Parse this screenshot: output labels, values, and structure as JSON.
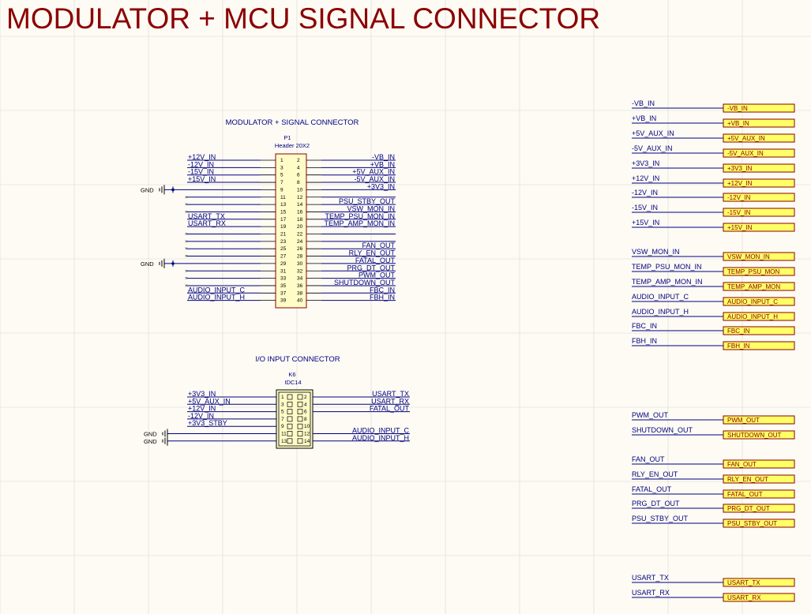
{
  "title": "MODULATOR + MCU SIGNAL CONNECTOR",
  "p1": {
    "heading": "MODULATOR + SIGNAL CONNECTOR",
    "designator": "P1",
    "comment": "Header 20X2",
    "left_nets": [
      "+12V_IN",
      "-12V_IN",
      "-15V_IN",
      "+15V_IN",
      "GND",
      "",
      "",
      "",
      "USART_TX",
      "USART_RX",
      "",
      "",
      "",
      "",
      "GND",
      "",
      "",
      "",
      "AUDIO_INPUT_C",
      "AUDIO_INPUT_H"
    ],
    "right_nets": [
      "-VB_IN",
      "+VB_IN",
      "+5V_AUX_IN",
      "-5V_AUX_IN",
      "+3V3_IN",
      "",
      "PSU_STBY_OUT",
      "VSW_MON_IN",
      "TEMP_PSU_MON_IN",
      "TEMP_AMP_MON_IN",
      "",
      "",
      "FAN_OUT",
      "RLY_EN_OUT",
      "FATAL_OUT",
      "PRG_DT_OUT",
      "PWM_OUT",
      "SHUTDOWN_OUT",
      "FBC_IN",
      "FBH_IN"
    ]
  },
  "k6": {
    "heading": "I/O INPUT CONNECTOR",
    "designator": "K6",
    "comment": "IDC14",
    "left_nets": [
      "+3V3_IN",
      "+5V_AUX_IN",
      "+12V_IN",
      "-12V_IN",
      "+3V3_STBY",
      "GND",
      "GND"
    ],
    "right_nets": [
      "USART_TX",
      "USART_RX",
      "FATAL_OUT",
      "",
      "",
      "AUDIO_INPUT_C",
      "AUDIO_INPUT_H"
    ]
  },
  "ports": [
    {
      "net": "-VB_IN",
      "port": "-VB_IN"
    },
    {
      "net": "+VB_IN",
      "port": "+VB_IN"
    },
    {
      "net": "+5V_AUX_IN",
      "port": "+5V_AUX_IN"
    },
    {
      "net": "-5V_AUX_IN",
      "port": "-5V_AUX_IN"
    },
    {
      "net": "+3V3_IN",
      "port": "+3V3_IN"
    },
    {
      "net": "+12V_IN",
      "port": "+12V_IN"
    },
    {
      "net": "-12V_IN",
      "port": "-12V_IN"
    },
    {
      "net": "-15V_IN",
      "port": "-15V_IN"
    },
    {
      "net": "+15V_IN",
      "port": "+15V_IN"
    },
    {
      "net": "VSW_MON_IN",
      "port": "VSW_MON_IN"
    },
    {
      "net": "TEMP_PSU_MON_IN",
      "port": "TEMP_PSU_MON"
    },
    {
      "net": "TEMP_AMP_MON_IN",
      "port": "TEMP_AMP_MON"
    },
    {
      "net": "AUDIO_INPUT_C",
      "port": "AUDIO_INPUT_C"
    },
    {
      "net": "AUDIO_INPUT_H",
      "port": "AUDIO_INPUT_H"
    },
    {
      "net": "FBC_IN",
      "port": "FBC_IN"
    },
    {
      "net": "FBH_IN",
      "port": "FBH_IN"
    },
    {
      "net": "PWM_OUT",
      "port": "PWM_OUT"
    },
    {
      "net": "SHUTDOWN_OUT",
      "port": "SHUTDOWN_OUT"
    },
    {
      "net": "FAN_OUT",
      "port": "FAN_OUT"
    },
    {
      "net": "RLY_EN_OUT",
      "port": "RLY_EN_OUT"
    },
    {
      "net": "FATAL_OUT",
      "port": "FATAL_OUT"
    },
    {
      "net": "PRG_DT_OUT",
      "port": "PRG_DT_OUT"
    },
    {
      "net": "PSU_STBY_OUT",
      "port": "PSU_STBY_OUT"
    },
    {
      "net": "USART_TX",
      "port": "USART_TX"
    },
    {
      "net": "USART_RX",
      "port": "USART_RX"
    }
  ],
  "colors": {
    "grid": "#d9d9d2",
    "wire": "#000080",
    "port_fill": "#ffff66",
    "port_border": "#8b0000",
    "title": "#8b0000"
  }
}
